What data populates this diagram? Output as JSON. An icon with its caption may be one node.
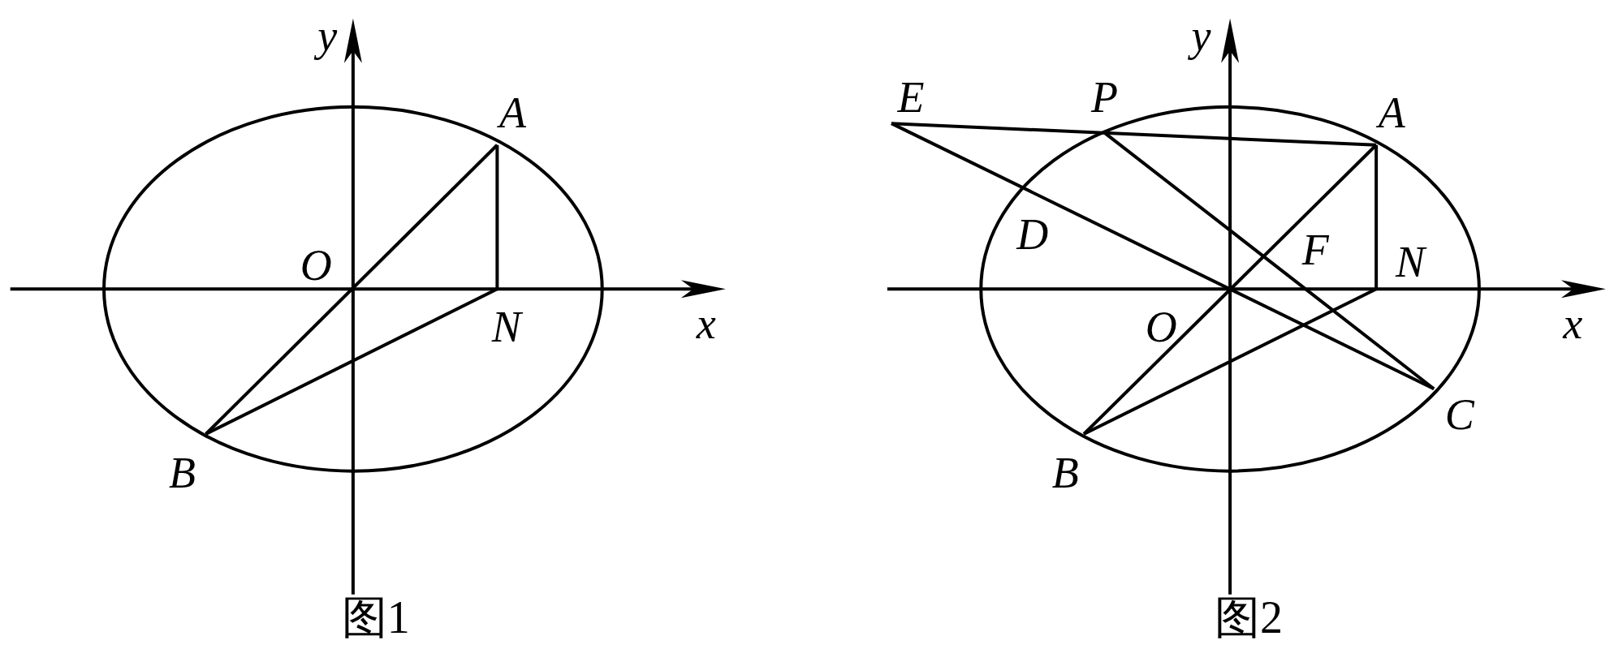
{
  "diagram": {
    "nodes": [
      {
        "text": [
          "O"
        ]
      },
      {
        "text": [
          "A"
        ]
      },
      {
        "text": [
          "N"
        ]
      },
      {
        "text": [
          "B"
        ]
      },
      {
        "text": [
          "E"
        ]
      },
      {
        "text": [
          "P"
        ]
      },
      {
        "text": [
          "A"
        ]
      },
      {
        "text": [
          "D"
        ]
      },
      {
        "text": [
          "F"
        ]
      },
      {
        "text": [
          "N"
        ]
      },
      {
        "text": [
          "O"
        ]
      },
      {
        "text": [
          "B"
        ]
      },
      {
        "text": [
          "C"
        ]
      }
    ],
    "edges": [
      {
        "from": 1,
        "to": 3,
        "arrow": "none"
      },
      {
        "from": 1,
        "to": 2,
        "arrow": "none"
      },
      {
        "from": 2,
        "to": 3,
        "arrow": "none"
      },
      {
        "from": 4,
        "to": 6,
        "arrow": "none"
      },
      {
        "from": 4,
        "to": 12,
        "arrow": "none"
      },
      {
        "from": 5,
        "to": 12,
        "arrow": "none"
      },
      {
        "from": 6,
        "to": 11,
        "arrow": "none"
      },
      {
        "from": 6,
        "to": 9,
        "arrow": "none"
      },
      {
        "from": 9,
        "to": 11,
        "arrow": "none"
      }
    ],
    "labels": [
      "y",
      "x",
      "图1",
      "y",
      "x",
      "图2"
    ]
  }
}
